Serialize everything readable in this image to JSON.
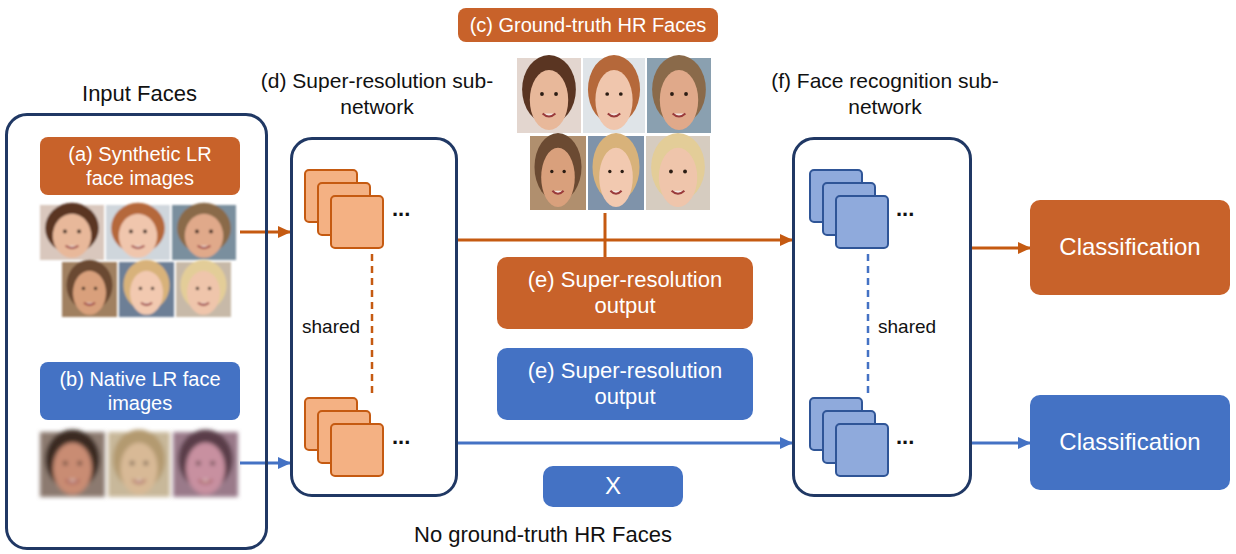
{
  "diagram": {
    "nodes": [
      {
        "text": [
          "Input Faces"
        ]
      },
      {
        "text": [
          "(a) Synthetic LR face images"
        ],
        "in": 0
      },
      {
        "text": [
          "(b) Native LR face images"
        ],
        "in": 0
      },
      {
        "text": [
          "(d) Super-resolution sub-network"
        ]
      },
      {
        "text": [
          "(c) Ground-truth HR Faces"
        ]
      },
      {
        "text": [
          "(e) Super-resolution output"
        ]
      },
      {
        "text": [
          "(e) Super-resolution output"
        ]
      },
      {
        "text": [
          "X"
        ]
      },
      {
        "text": [
          "(f) Face recognition sub-network"
        ]
      },
      {
        "text": [
          "Classification"
        ]
      },
      {
        "text": [
          "Classification"
        ]
      }
    ],
    "edges": [
      {
        "from": 1,
        "to": 3,
        "arrow": "to"
      },
      {
        "from": 4,
        "to": 5,
        "arrow": "none"
      },
      {
        "from": 3,
        "to": 8,
        "arrow": "to"
      },
      {
        "from": 8,
        "to": 9,
        "arrow": "to"
      },
      {
        "from": 2,
        "to": 3,
        "arrow": "to"
      },
      {
        "from": 3,
        "to": 8,
        "arrow": "to"
      },
      {
        "from": 8,
        "to": 10,
        "arrow": "to"
      }
    ],
    "labels": [
      "shared",
      "shared",
      "No ground-truth HR Faces",
      "...",
      "...",
      "...",
      "..."
    ]
  }
}
